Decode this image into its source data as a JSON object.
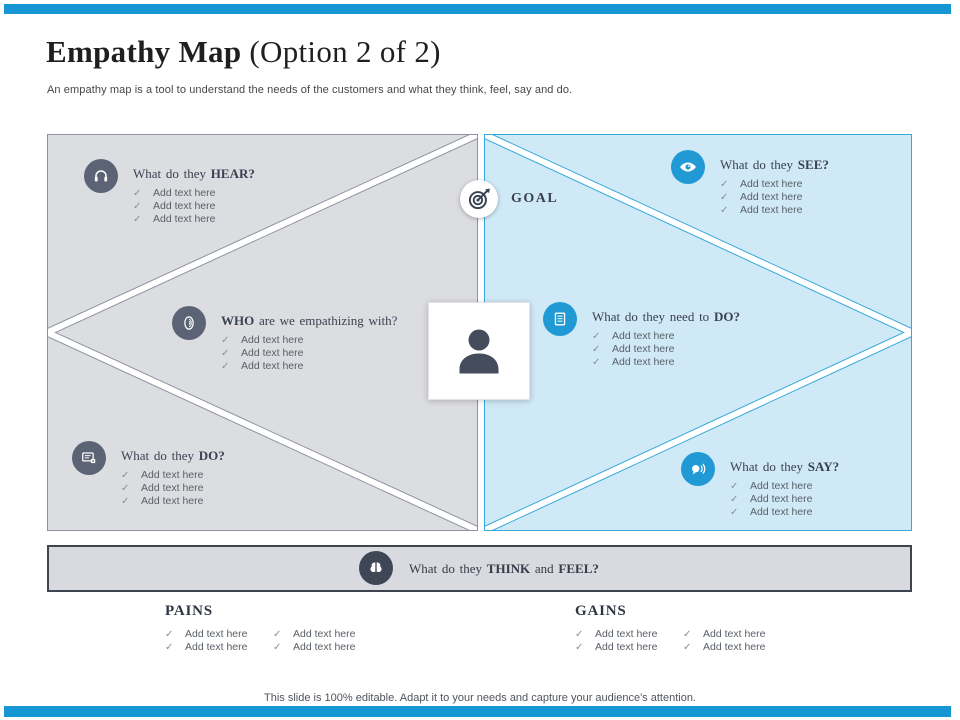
{
  "slide": {
    "title_bold": "Empathy Map",
    "title_rest": " (Option 2 of 2)",
    "subtitle": "An empathy map is a tool to understand the needs of the customers and what they think, feel, say and do.",
    "footer": "This slide is 100% editable. Adapt it to your needs and capture your audience's attention."
  },
  "glyphs": {
    "check": "✓"
  },
  "goal": {
    "label": "GOAL",
    "icon": "target-with-arrow"
  },
  "center": {
    "icon": "person-silhouette"
  },
  "sections": {
    "hear": {
      "icon": "listening-head",
      "theme": "gray",
      "title_prefix": "What do they ",
      "title_bold": "HEAR?",
      "title_suffix": "",
      "items": [
        "Add text here",
        "Add text here",
        "Add text here"
      ]
    },
    "see": {
      "icon": "eye",
      "theme": "blue",
      "title_prefix": "What do they ",
      "title_bold": "SEE?",
      "title_suffix": "",
      "items": [
        "Add text here",
        "Add text here",
        "Add text here"
      ]
    },
    "who": {
      "icon": "fingerprint",
      "theme": "gray",
      "title_prefix": "",
      "title_bold": "WHO",
      "title_suffix": " are we empathizing with?",
      "items": [
        "Add text here",
        "Add text here",
        "Add text here"
      ]
    },
    "need_do": {
      "icon": "open-book",
      "theme": "blue",
      "title_prefix": "What do they need to ",
      "title_bold": "DO?",
      "title_suffix": "",
      "items": [
        "Add text here",
        "Add text here",
        "Add text here"
      ]
    },
    "do": {
      "icon": "checklist-card",
      "theme": "gray",
      "title_prefix": "What do they ",
      "title_bold": "DO?",
      "title_suffix": "",
      "items": [
        "Add text here",
        "Add text here",
        "Add text here"
      ]
    },
    "say": {
      "icon": "speech-sound",
      "theme": "blue",
      "title_prefix": "What do they ",
      "title_bold": "SAY?",
      "title_suffix": "",
      "items": [
        "Add text here",
        "Add text here",
        "Add text here"
      ]
    }
  },
  "think_feel": {
    "icon": "brain",
    "prefix": "What do they ",
    "bold1": "THINK",
    "mid": " and ",
    "bold2": "FEEL?"
  },
  "pains": {
    "heading": "PAINS",
    "items": [
      "Add text here",
      "Add text here",
      "Add text here",
      "Add text here"
    ]
  },
  "gains": {
    "heading": "GAINS",
    "items": [
      "Add text here",
      "Add text here",
      "Add text here",
      "Add text here"
    ]
  },
  "colors": {
    "accent": "#1697d4",
    "slate_circle": "#5b6375",
    "blue_circle": "#2199d4",
    "dark_circle": "#3f4655",
    "gray_panel_fill": "#dcdde1",
    "gray_panel_border": "#8e949e",
    "blue_panel_fill": "#cfe9f7",
    "blue_panel_border": "#36a9da",
    "think_bar_fill": "#d8dadf",
    "think_bar_border": "#3e4450"
  }
}
